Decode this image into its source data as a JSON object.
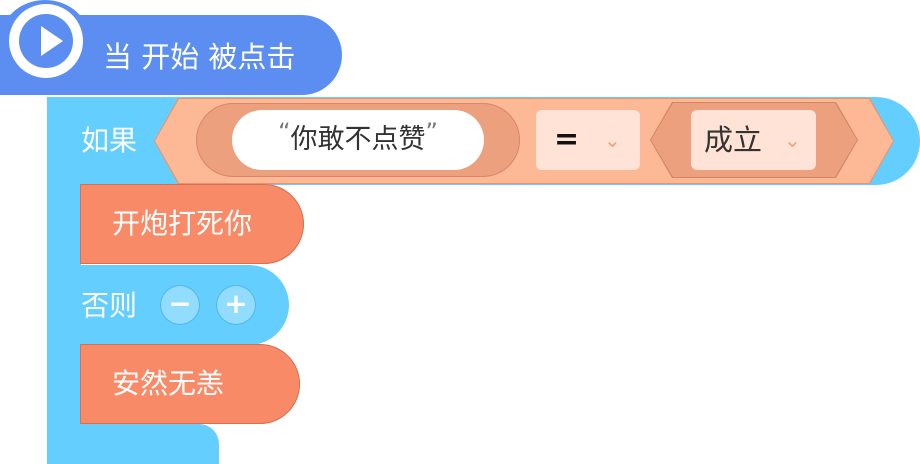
{
  "event_block": {
    "label": "当 开始 被点击",
    "icon": "play-icon",
    "color": "#5b8ef0"
  },
  "if_else_block": {
    "if_label": "如果",
    "else_label": "否则",
    "color": "#64cfff",
    "condition": {
      "left_value": "你敢不点赞",
      "left_open_quote": "“",
      "left_close_quote": "”",
      "operator": "=",
      "right_value": "成立",
      "color": "#fdb896"
    },
    "minus_label": "−",
    "plus_label": "+"
  },
  "then_action": {
    "label": "开炮打死你",
    "color": "#f98a68"
  },
  "else_action": {
    "label": "安然无恙",
    "color": "#f98a68"
  }
}
